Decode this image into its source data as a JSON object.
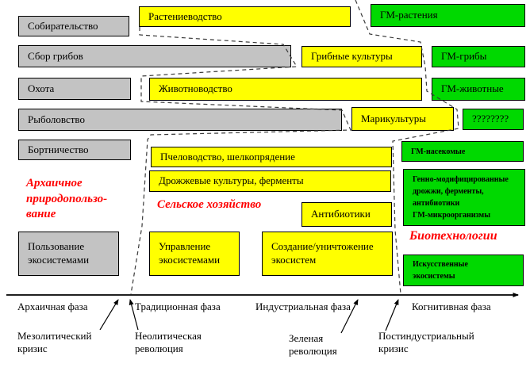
{
  "boxes": {
    "gathering": "Собирательство",
    "mushroom_picking": "Сбор грибов",
    "hunting": "Охота",
    "fishing": "Рыболовство",
    "wild_beekeeping": "Бортничество",
    "ecosystem_use": "Пользование\nэкосистемами",
    "crop_farming": "Растениеводство",
    "fungi_cultures": "Грибные культуры",
    "animal_husbandry": "Животноводство",
    "maricultures": "Марикультуры",
    "beekeeping_silk": "Пчеловодство, шелкопрядение",
    "yeast_enzymes": "Дрожжевые культуры, ферменты",
    "antibiotics": "Антибиотики",
    "ecosystem_management": "Управление\nэкосистемами",
    "ecosystem_creation": "Создание/уничтожение\nэкосистем",
    "gm_plants": "ГМ-растения",
    "gm_fungi": "ГМ-грибы",
    "gm_animals": "ГМ-животные",
    "unknown": "????????",
    "gm_insects": "ГМ-насекомые",
    "gm_microorganisms": "Генно-модифицированные\nдрожжи, ферменты,\nантибиотики\nГМ-микроорганизмы",
    "artificial_ecosystems": "Искусственные\nэкосистемы"
  },
  "zone_labels": {
    "archaic": "Архаичное\nприродопользо-\nвание",
    "agriculture": "Сельское хозяйство",
    "biotech": "Биотехнологии"
  },
  "timeline": {
    "phases": [
      "Архаичная фаза",
      "Традиционная фаза",
      "Индустриальная фаза",
      "Когнитивная фаза"
    ],
    "events": [
      "Мезолитический\nкризис",
      "Неолитическая\nреволюция",
      "Зеленая\nреволюция",
      "Постиндустриальный\nкризис"
    ]
  },
  "colors": {
    "gray_box": "#c3c3c3",
    "yellow_box": "#ffff00",
    "green_box": "#00d900",
    "accent_red": "#ff0000"
  }
}
